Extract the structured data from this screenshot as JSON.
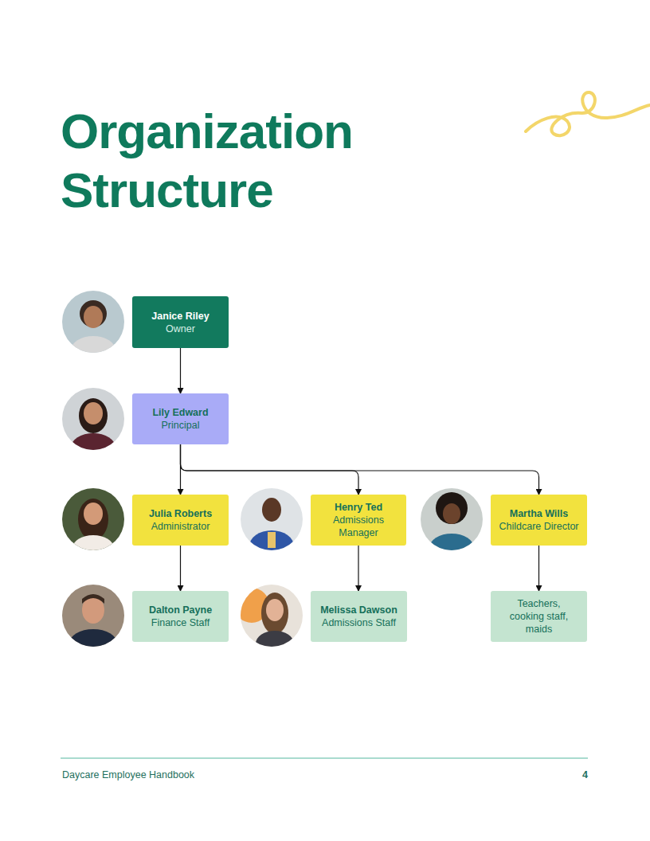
{
  "diagram": {
    "title": "Organization Structure",
    "nodes": [
      {
        "text": [
          "Janice Riley",
          "Owner"
        ]
      },
      {
        "text": [
          "Lily Edward",
          "Principal"
        ]
      },
      {
        "text": [
          "Julia Roberts",
          "Administrator"
        ]
      },
      {
        "text": [
          "Henry Ted",
          "Admissions Manager"
        ]
      },
      {
        "text": [
          "Martha Wills",
          "Childcare Director"
        ]
      },
      {
        "text": [
          "Dalton Payne",
          "Finance Staff"
        ]
      },
      {
        "text": [
          "Melissa Dawson",
          "Admissions Staff"
        ]
      },
      {
        "text": [
          "Teachers, cooking staff, maids"
        ]
      }
    ],
    "edges": [
      {
        "from": 0,
        "to": 1,
        "arrow": "to"
      },
      {
        "from": 1,
        "to": 2,
        "arrow": "to"
      },
      {
        "from": 1,
        "to": 3,
        "arrow": "to"
      },
      {
        "from": 1,
        "to": 4,
        "arrow": "to"
      },
      {
        "from": 2,
        "to": 5,
        "arrow": "to"
      },
      {
        "from": 3,
        "to": 6,
        "arrow": "to"
      },
      {
        "from": 4,
        "to": 7,
        "arrow": "to"
      }
    ],
    "labels": [
      "Daycare Employee Handbook",
      "4"
    ]
  }
}
